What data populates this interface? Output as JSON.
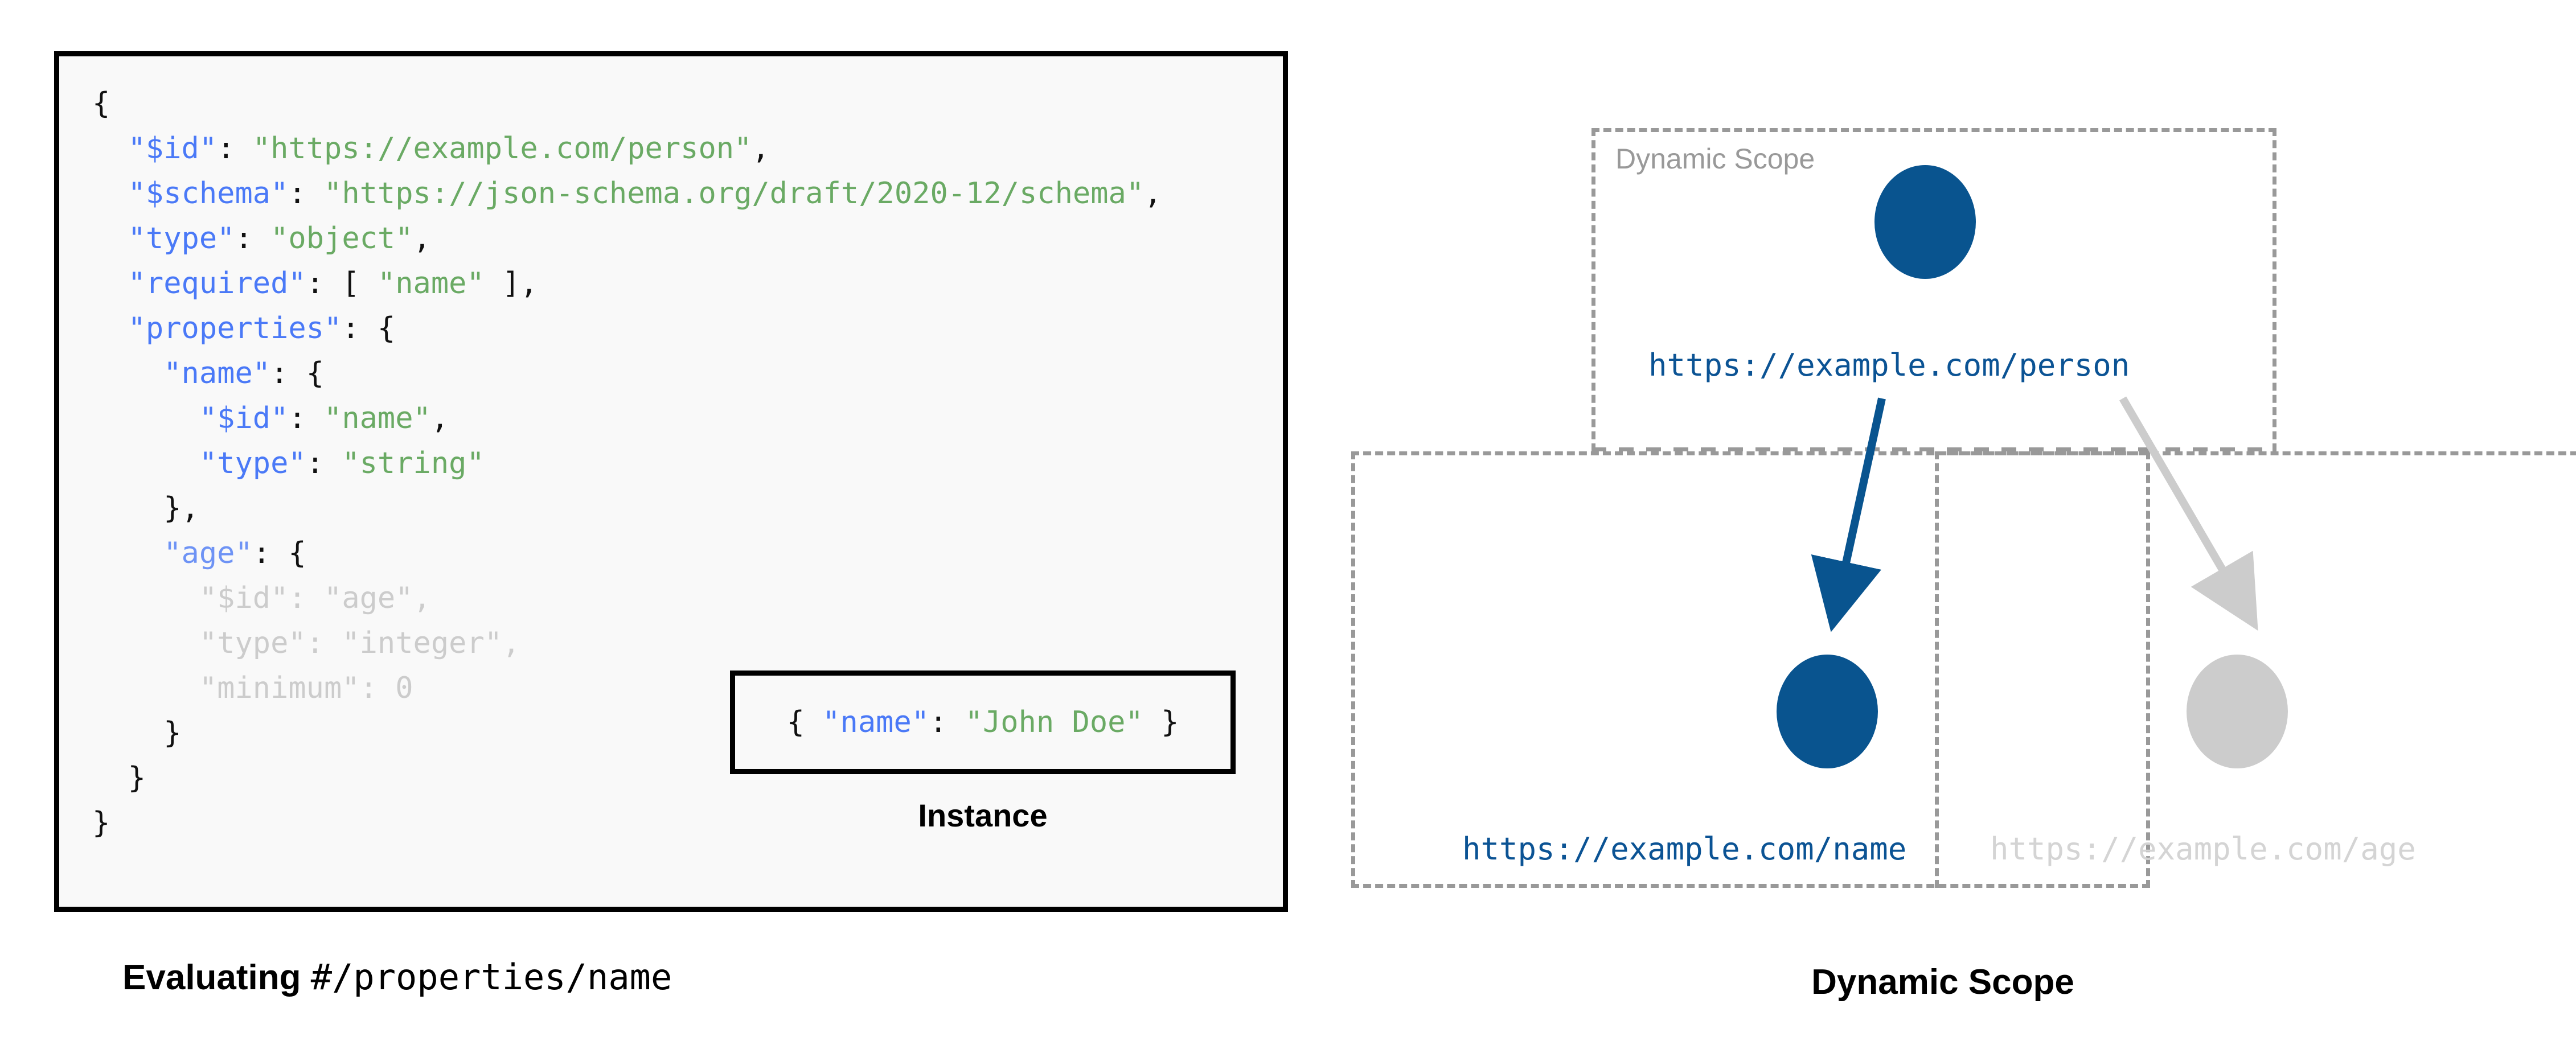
{
  "left": {
    "code_lines": [
      {
        "indent": 0,
        "parts": [
          {
            "t": "{",
            "c": "punct"
          }
        ],
        "dim": false
      },
      {
        "indent": 1,
        "parts": [
          {
            "t": "\"$id\"",
            "c": "key"
          },
          {
            "t": ": ",
            "c": "punct"
          },
          {
            "t": "\"https://example.com/person\"",
            "c": "str"
          },
          {
            "t": ",",
            "c": "punct"
          }
        ],
        "dim": false
      },
      {
        "indent": 1,
        "parts": [
          {
            "t": "\"$schema\"",
            "c": "key"
          },
          {
            "t": ": ",
            "c": "punct"
          },
          {
            "t": "\"https://json-schema.org/draft/2020-12/schema\"",
            "c": "str"
          },
          {
            "t": ",",
            "c": "punct"
          }
        ],
        "dim": false
      },
      {
        "indent": 1,
        "parts": [
          {
            "t": "\"type\"",
            "c": "key"
          },
          {
            "t": ": ",
            "c": "punct"
          },
          {
            "t": "\"object\"",
            "c": "str"
          },
          {
            "t": ",",
            "c": "punct"
          }
        ],
        "dim": false
      },
      {
        "indent": 1,
        "parts": [
          {
            "t": "\"required\"",
            "c": "key"
          },
          {
            "t": ": [ ",
            "c": "punct"
          },
          {
            "t": "\"name\"",
            "c": "str"
          },
          {
            "t": " ],",
            "c": "punct"
          }
        ],
        "dim": false
      },
      {
        "indent": 1,
        "parts": [
          {
            "t": "\"properties\"",
            "c": "key"
          },
          {
            "t": ": {",
            "c": "punct"
          }
        ],
        "dim": false
      },
      {
        "indent": 2,
        "parts": [
          {
            "t": "\"name\"",
            "c": "key"
          },
          {
            "t": ": {",
            "c": "punct"
          }
        ],
        "dim": false
      },
      {
        "indent": 3,
        "parts": [
          {
            "t": "\"$id\"",
            "c": "key"
          },
          {
            "t": ": ",
            "c": "punct"
          },
          {
            "t": "\"name\"",
            "c": "str"
          },
          {
            "t": ",",
            "c": "punct"
          }
        ],
        "dim": false
      },
      {
        "indent": 3,
        "parts": [
          {
            "t": "\"type\"",
            "c": "key"
          },
          {
            "t": ": ",
            "c": "punct"
          },
          {
            "t": "\"string\"",
            "c": "str"
          }
        ],
        "dim": false
      },
      {
        "indent": 2,
        "parts": [
          {
            "t": "},",
            "c": "punct"
          }
        ],
        "dim": false
      },
      {
        "indent": 2,
        "parts": [
          {
            "t": "\"age\"",
            "c": "key"
          },
          {
            "t": ": {",
            "c": "punct"
          }
        ],
        "dim": "key-only"
      },
      {
        "indent": 3,
        "parts": [
          {
            "t": "\"$id\"",
            "c": "key"
          },
          {
            "t": ": ",
            "c": "punct"
          },
          {
            "t": "\"age\"",
            "c": "str"
          },
          {
            "t": ",",
            "c": "punct"
          }
        ],
        "dim": "all"
      },
      {
        "indent": 3,
        "parts": [
          {
            "t": "\"type\"",
            "c": "key"
          },
          {
            "t": ": ",
            "c": "punct"
          },
          {
            "t": "\"integer\"",
            "c": "str"
          },
          {
            "t": ",",
            "c": "punct"
          }
        ],
        "dim": "all"
      },
      {
        "indent": 3,
        "parts": [
          {
            "t": "\"minimum\"",
            "c": "key"
          },
          {
            "t": ": 0",
            "c": "punct"
          }
        ],
        "dim": "all"
      },
      {
        "indent": 2,
        "parts": [
          {
            "t": "}",
            "c": "punct"
          }
        ],
        "dim": false
      },
      {
        "indent": 1,
        "parts": [
          {
            "t": "}",
            "c": "punct"
          }
        ],
        "dim": false
      },
      {
        "indent": 0,
        "parts": [
          {
            "t": "}",
            "c": "punct"
          }
        ],
        "dim": false
      }
    ],
    "instance": {
      "parts": [
        {
          "t": "{ ",
          "c": "punct"
        },
        {
          "t": "\"name\"",
          "c": "key"
        },
        {
          "t": ": ",
          "c": "punct"
        },
        {
          "t": "\"John Doe\"",
          "c": "str"
        },
        {
          "t": " }",
          "c": "punct"
        }
      ],
      "caption": "Instance"
    },
    "caption_bold": "Evaluating",
    "caption_mono": "#/properties/name"
  },
  "right": {
    "scope_label": "Dynamic Scope",
    "nodes": [
      {
        "id": "person",
        "label": "https://example.com/person",
        "state": "active"
      },
      {
        "id": "name",
        "label": "https://example.com/name",
        "state": "active"
      },
      {
        "id": "age",
        "label": "https://example.com/age",
        "state": "dimmed"
      }
    ],
    "caption": "Dynamic Scope"
  },
  "colors": {
    "accent_blue": "#09548f",
    "label_blue": "#0b5394",
    "dim_gray": "#cccccc",
    "dash_gray": "#999999",
    "key_blue": "#4a79f7",
    "string_green": "#6aaa64"
  }
}
